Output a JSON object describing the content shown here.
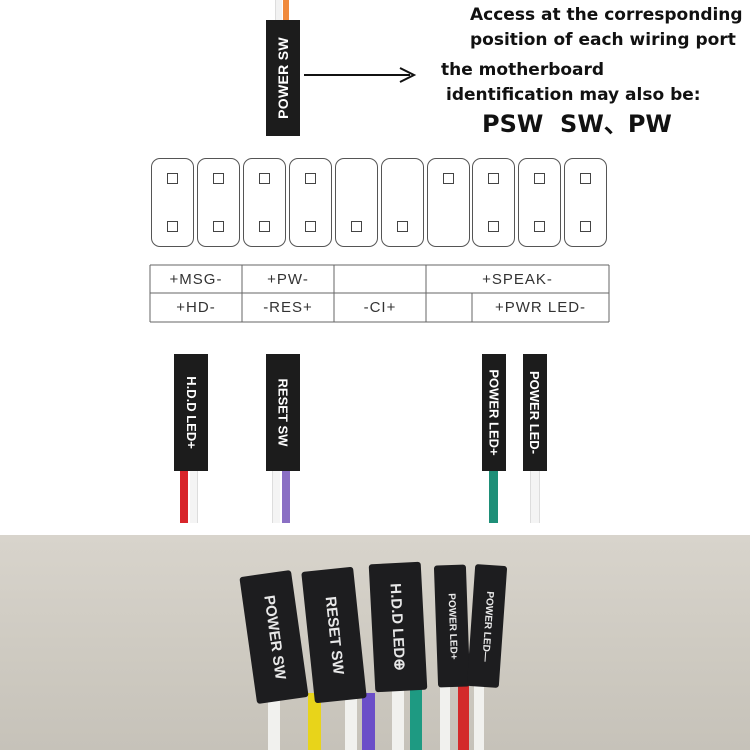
{
  "annotation": {
    "line1": "Access at the corresponding",
    "line2": "position of each wiring port",
    "line3": "the motherboard",
    "line4": "identification may also be:",
    "aliases": "PSW  SW、PW"
  },
  "top_connector": {
    "label": "POWER SW"
  },
  "pin_table": {
    "top_row": [
      "+MSG-",
      "+PW-",
      "",
      "+SPEAK-"
    ],
    "bottom_row": [
      "+HD-",
      "-RES+",
      "-CI+",
      "",
      "+PWR LED-"
    ]
  },
  "lower_connectors": [
    {
      "label": "H.D.D LED+"
    },
    {
      "label": "RESET SW"
    },
    {
      "label": "POWER LED+"
    },
    {
      "label": "POWER LED-"
    }
  ],
  "photo": {
    "plugs": [
      {
        "label": "POWER SW"
      },
      {
        "label": "RESET SW"
      },
      {
        "label": "H.D.D LED⊕"
      },
      {
        "label": "POWER LED+"
      },
      {
        "label": "POWER LED—"
      }
    ]
  },
  "colors": {
    "red_wire": "#d8262b",
    "purple_wire": "#8a6fc4",
    "green_wire": "#1e8f78",
    "orange_wire": "#f08a3c",
    "connector": "#1c1c1c"
  }
}
